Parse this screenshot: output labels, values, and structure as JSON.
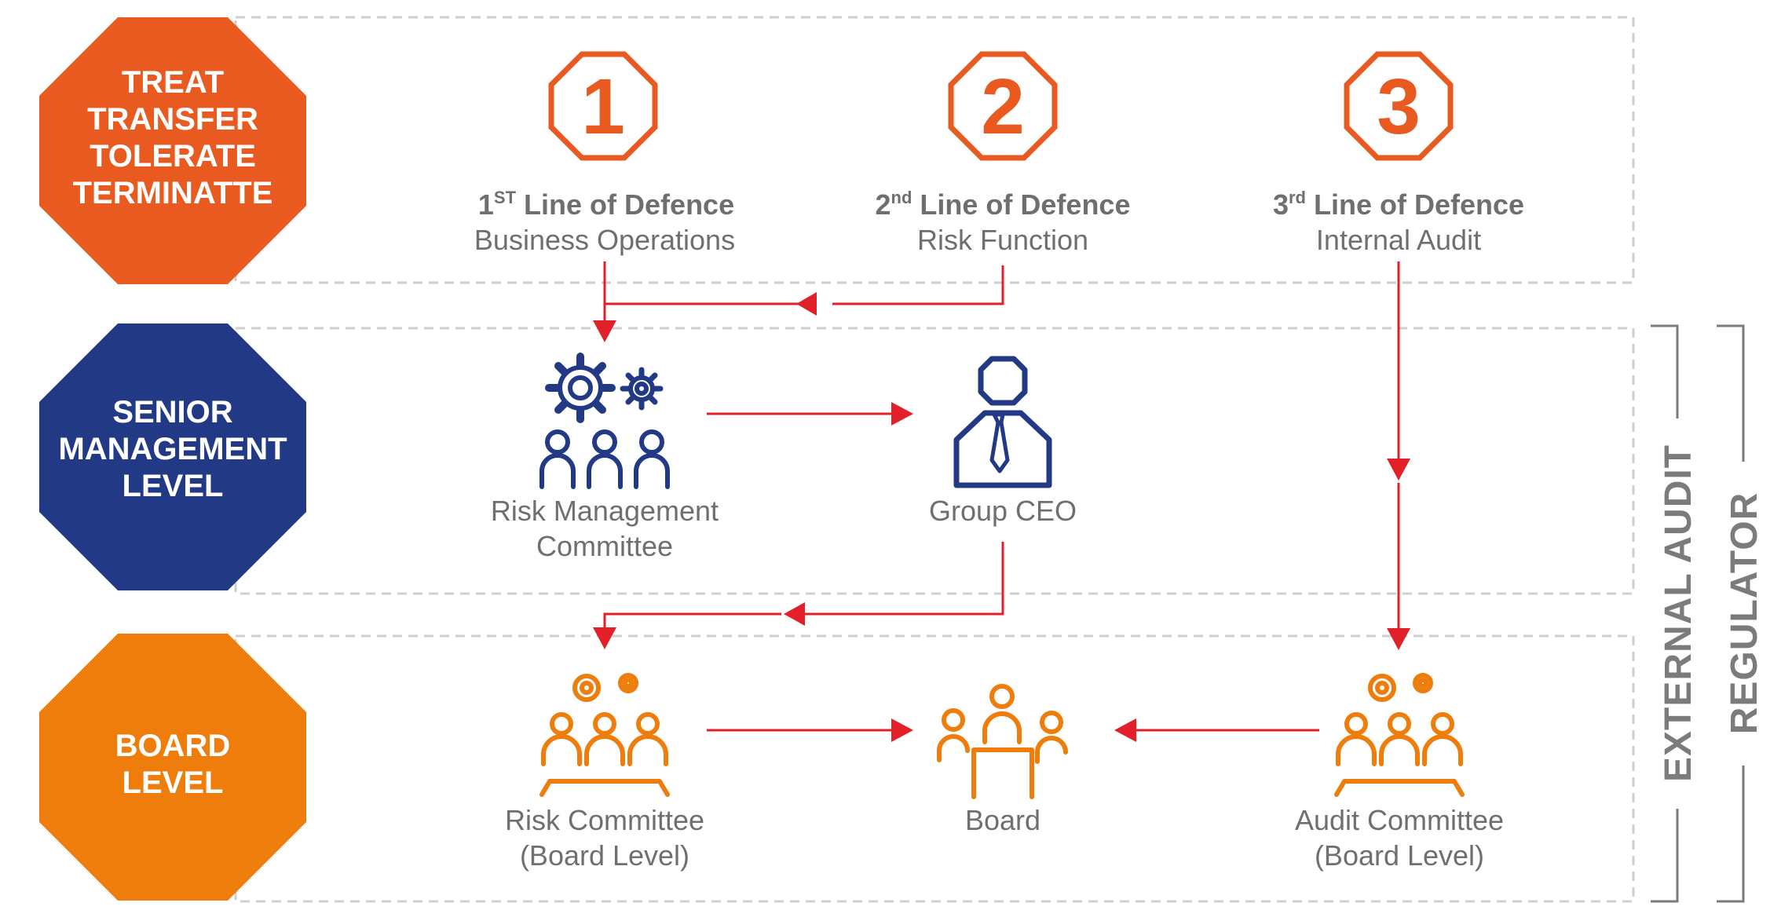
{
  "colors": {
    "orange_red": "#E85A20",
    "navy": "#223A85",
    "orange": "#EE7D0B",
    "arrow_red": "#E2202A",
    "gray_text": "#6F6F6F",
    "dash_gray": "#CFCFCF",
    "bracket_gray": "#7B7B7B"
  },
  "rows": {
    "top": {
      "lines": [
        "TREAT",
        "TRANSFER",
        "TOLERATE",
        "TERMINATTE"
      ]
    },
    "senior": {
      "lines": [
        "SENIOR",
        "MANAGEMENT",
        "LEVEL"
      ]
    },
    "board": {
      "lines": [
        "BOARD",
        "LEVEL"
      ]
    }
  },
  "lines_of_defence": [
    {
      "number": "1",
      "ordinal": "1",
      "suffix": "ST",
      "title": " Line of Defence",
      "subtitle": "Business Operations"
    },
    {
      "number": "2",
      "ordinal": "2",
      "suffix": "nd",
      "title": " Line of Defence",
      "subtitle": "Risk Function"
    },
    {
      "number": "3",
      "ordinal": "3",
      "suffix": "rd",
      "title": " Line of Defence",
      "subtitle": "Internal Audit"
    }
  ],
  "senior_nodes": {
    "risk_management": {
      "line1": "Risk Management",
      "line2": "Committee",
      "icon": "gears-people-icon"
    },
    "group_ceo": {
      "line1": "Group CEO",
      "icon": "executive-person-icon"
    }
  },
  "board_nodes": {
    "risk_committee": {
      "line1": "Risk Committee",
      "line2": "(Board Level)",
      "icon": "committee-table-icon"
    },
    "board": {
      "line1": "Board",
      "icon": "board-meeting-icon"
    },
    "audit_committee": {
      "line1": "Audit Committee",
      "line2": "(Board Level)",
      "icon": "committee-table-icon"
    }
  },
  "side_labels": {
    "external_audit": "EXTERNAL AUDIT",
    "regulator": "REGULATOR"
  }
}
